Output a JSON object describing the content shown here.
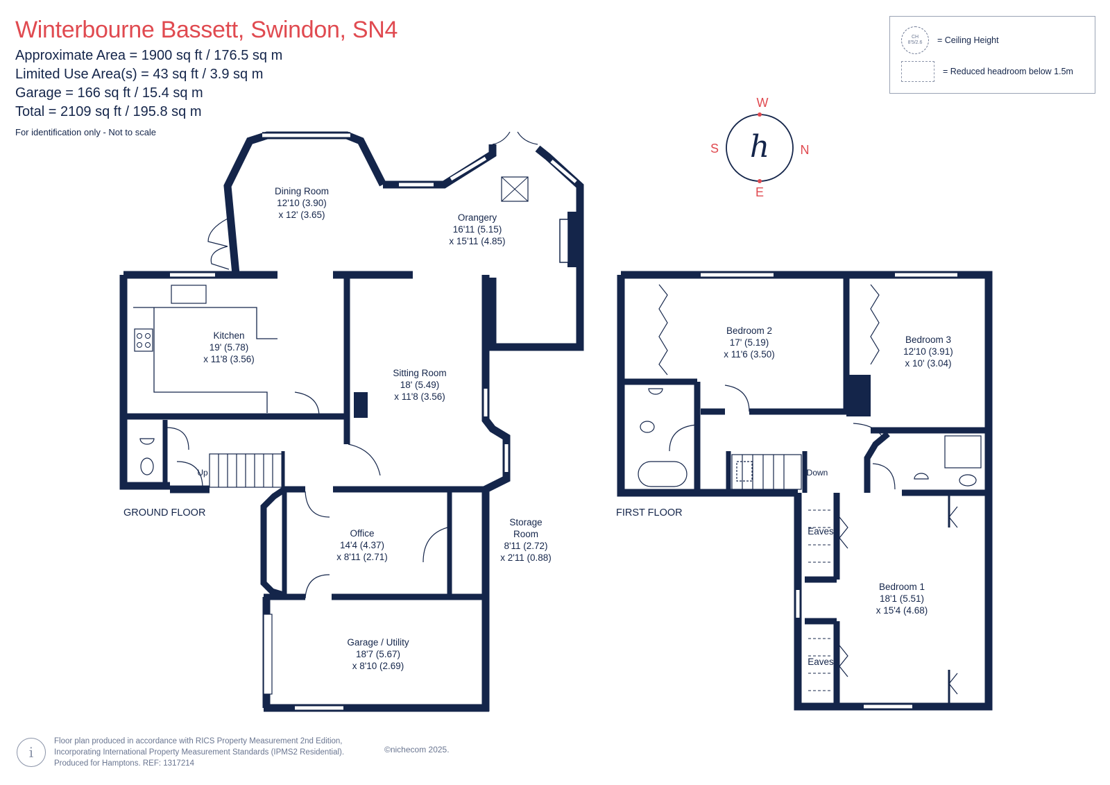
{
  "header": {
    "title": "Winterbourne Bassett, Swindon, SN4",
    "areas": [
      "Approximate Area = 1900 sq ft / 176.5 sq m",
      "Limited Use Area(s) = 43 sq ft / 3.9 sq m",
      "Garage = 166 sq ft / 15.4 sq m",
      "Total = 2109 sq ft / 195.8 sq m"
    ],
    "note": "For identification only - Not to scale"
  },
  "legend": {
    "ch_top": "CH",
    "ch_bottom": "8'5/2.6",
    "ceiling_height": "= Ceiling Height",
    "reduced_headroom": "= Reduced headroom below 1.5m"
  },
  "compass": {
    "n": "N",
    "s": "S",
    "e": "E",
    "w": "W",
    "logo": "h"
  },
  "floors": {
    "ground": "GROUND FLOOR",
    "first": "FIRST FLOOR"
  },
  "rooms": {
    "dining": {
      "name": "Dining Room",
      "dim1": "12'10 (3.90)",
      "dim2": "x 12' (3.65)"
    },
    "orangery": {
      "name": "Orangery",
      "dim1": "16'11 (5.15)",
      "dim2": "x 15'11 (4.85)"
    },
    "kitchen": {
      "name": "Kitchen",
      "dim1": "19' (5.78)",
      "dim2": "x 11'8 (3.56)"
    },
    "sitting": {
      "name": "Sitting Room",
      "dim1": "18' (5.49)",
      "dim2": "x 11'8 (3.56)"
    },
    "office": {
      "name": "Office",
      "dim1": "14'4 (4.37)",
      "dim2": "x 8'11 (2.71)"
    },
    "storage": {
      "name1": "Storage",
      "name2": "Room",
      "dim1": "8'11 (2.72)",
      "dim2": "x 2'11 (0.88)"
    },
    "garage": {
      "name": "Garage / Utility",
      "dim1": "18'7 (5.67)",
      "dim2": "x 8'10 (2.69)"
    },
    "bed2": {
      "name": "Bedroom 2",
      "dim1": "17' (5.19)",
      "dim2": "x 11'6 (3.50)"
    },
    "bed3": {
      "name": "Bedroom 3",
      "dim1": "12'10 (3.91)",
      "dim2": "x 10' (3.04)"
    },
    "bed1": {
      "name": "Bedroom 1",
      "dim1": "18'1 (5.51)",
      "dim2": "x 15'4 (4.68)"
    }
  },
  "labels": {
    "up": "Up",
    "down": "Down",
    "eaves": "Eaves"
  },
  "footer": {
    "line1": "Floor plan produced in accordance with RICS Property Measurement 2nd Edition,",
    "line2": "Incorporating International Property Measurement Standards (IPMS2 Residential).",
    "line3": "Produced for Hamptons.   REF: 1317214",
    "brand": "©nichecom 2025."
  },
  "colors": {
    "wall": "#14254a",
    "accent": "#e04a50"
  }
}
